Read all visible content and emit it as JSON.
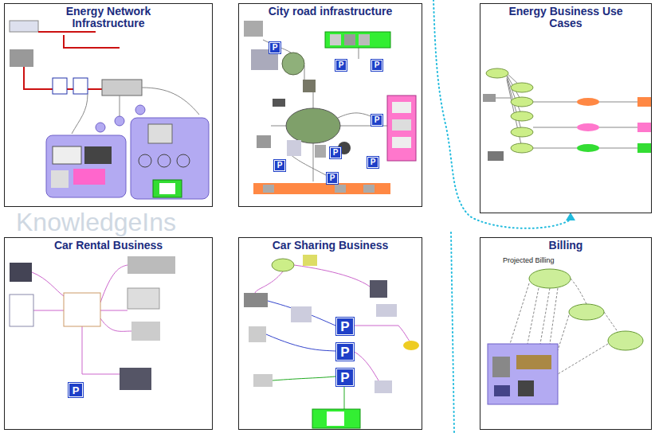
{
  "diagram": {
    "nodes": [
      {
        "text": [
          "Energy Network Infrastructure"
        ]
      },
      {
        "text": [
          "City road infrastructure"
        ]
      },
      {
        "text": [
          "P"
        ],
        "in": 1
      },
      {
        "text": [
          "P"
        ],
        "in": 1
      },
      {
        "text": [
          "P"
        ],
        "in": 1
      },
      {
        "text": [
          "P"
        ],
        "in": 1
      },
      {
        "text": [
          "P"
        ],
        "in": 1
      },
      {
        "text": [
          "P"
        ],
        "in": 1
      },
      {
        "text": [
          "P"
        ],
        "in": 1
      },
      {
        "text": [
          "P"
        ],
        "in": 1
      },
      {
        "text": [
          "Energy Business Use Cases"
        ]
      },
      {
        "text": [
          "Car Rental Business"
        ]
      },
      {
        "text": [
          "P"
        ],
        "in": 11
      },
      {
        "text": [
          "Car Sharing Business"
        ]
      },
      {
        "text": [
          "P"
        ],
        "in": 13
      },
      {
        "text": [
          "P"
        ],
        "in": 13
      },
      {
        "text": [
          "P"
        ],
        "in": 13
      },
      {
        "text": [
          "Billing",
          "Projected Billing"
        ]
      }
    ],
    "labels": [
      "KnowledgeIns"
    ]
  }
}
